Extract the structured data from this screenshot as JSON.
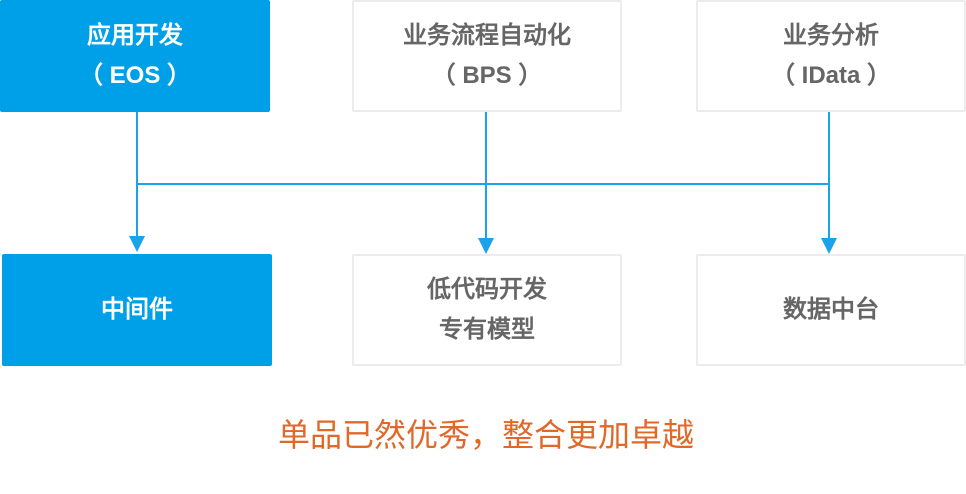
{
  "colors": {
    "accent": "#00a0e9",
    "tagline": "#e0692a",
    "box_text": "#666666"
  },
  "top_row": [
    {
      "title": "应用开发",
      "subtitle": "（ EOS ）"
    },
    {
      "title": "业务流程自动化",
      "subtitle": "（ BPS ）"
    },
    {
      "title": "业务分析",
      "subtitle": "（ IData ）"
    }
  ],
  "bottom_row": [
    {
      "title": "中间件"
    },
    {
      "title": "低代码开发",
      "subtitle": "专有模型"
    },
    {
      "title": "数据中台"
    }
  ],
  "tagline": "单品已然优秀，整合更加卓越"
}
